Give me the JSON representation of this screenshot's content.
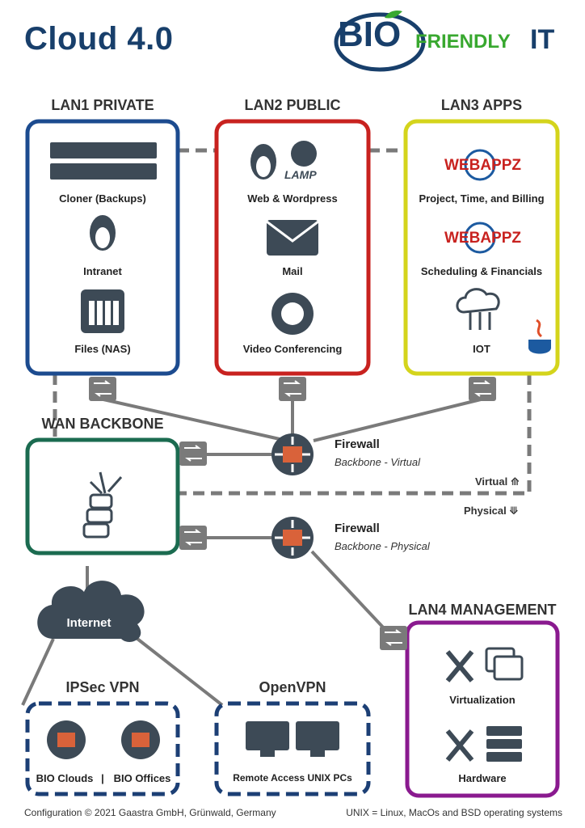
{
  "title": "Cloud 4.0",
  "logo": {
    "bio": "BIO",
    "friendly": "FRIENDLY",
    "it": "IT"
  },
  "lan1": {
    "heading": "LAN1 PRIVATE",
    "items": [
      "Cloner (Backups)",
      "Intranet",
      "Files (NAS)"
    ]
  },
  "lan2": {
    "heading": "LAN2 PUBLIC",
    "items": [
      "Web & Wordpress",
      "Mail",
      "Video Conferencing"
    ],
    "lamp": "LAMP"
  },
  "lan3": {
    "heading": "LAN3 APPS",
    "items": [
      "Project, Time, and Billing",
      "Scheduling & Financials",
      "IOT"
    ],
    "webappz": "WEBAPPZ"
  },
  "wan": {
    "heading": "WAN BACKBONE"
  },
  "firewall_virtual": {
    "title": "Firewall",
    "subtitle": "Backbone - Virtual"
  },
  "firewall_physical": {
    "title": "Firewall",
    "subtitle": "Backbone - Physical"
  },
  "virtual_label": "Virtual ⟰",
  "physical_label": "Physical ⟱",
  "internet": "Internet",
  "lan4": {
    "heading": "LAN4 MANAGEMENT",
    "items": [
      "Virtualization",
      "Hardware"
    ]
  },
  "ipsec": {
    "heading": "IPSec VPN",
    "items": [
      "BIO Clouds",
      "BIO Offices"
    ],
    "separator": "|"
  },
  "openvpn": {
    "heading": "OpenVPN",
    "items": [
      "Remote Access UNIX PCs"
    ]
  },
  "footer": {
    "left": "Configuration © 2021 Gaastra GmbH, Grünwald, Germany",
    "right": "UNIX = Linux, MacOs and BSD operating systems"
  },
  "colors": {
    "lan1": "#1c4b8f",
    "lan2": "#c8221f",
    "lan3": "#d4d41c",
    "wan": "#1b6b50",
    "lan4": "#8a1a8f",
    "vpn": "#1c3f75",
    "link": "#7a7a7a"
  }
}
